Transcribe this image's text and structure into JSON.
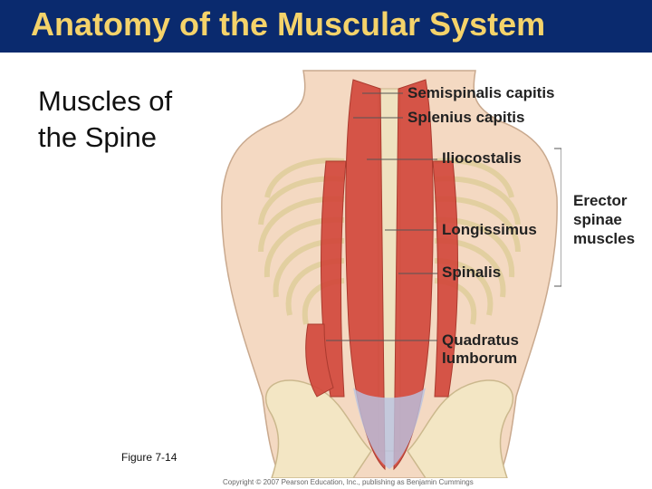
{
  "slide": {
    "title": "Anatomy of the Muscular System",
    "subtitle_line1": "Muscles of",
    "subtitle_line2": "the Spine",
    "figure_caption": "Figure 7-14",
    "copyright": "Copyright © 2007 Pearson Education, Inc., publishing as Benjamin Cummings"
  },
  "labels": {
    "semispinalis": "Semispinalis capitis",
    "splenius": "Splenius capitis",
    "iliocostalis": "Iliocostalis",
    "longissimus": "Longissimus",
    "spinalis": "Spinalis",
    "quadratus_line1": "Quadratus",
    "quadratus_line2": "lumborum"
  },
  "group_label": {
    "line1": "Erector",
    "line2": "spinae",
    "line3": "muscles"
  },
  "colors": {
    "title_bar": "#0a2a6e",
    "title_text": "#f5d36a",
    "muscle": "#d2463a",
    "bone": "#f3e6c4",
    "skin": "#f4d9c2"
  }
}
